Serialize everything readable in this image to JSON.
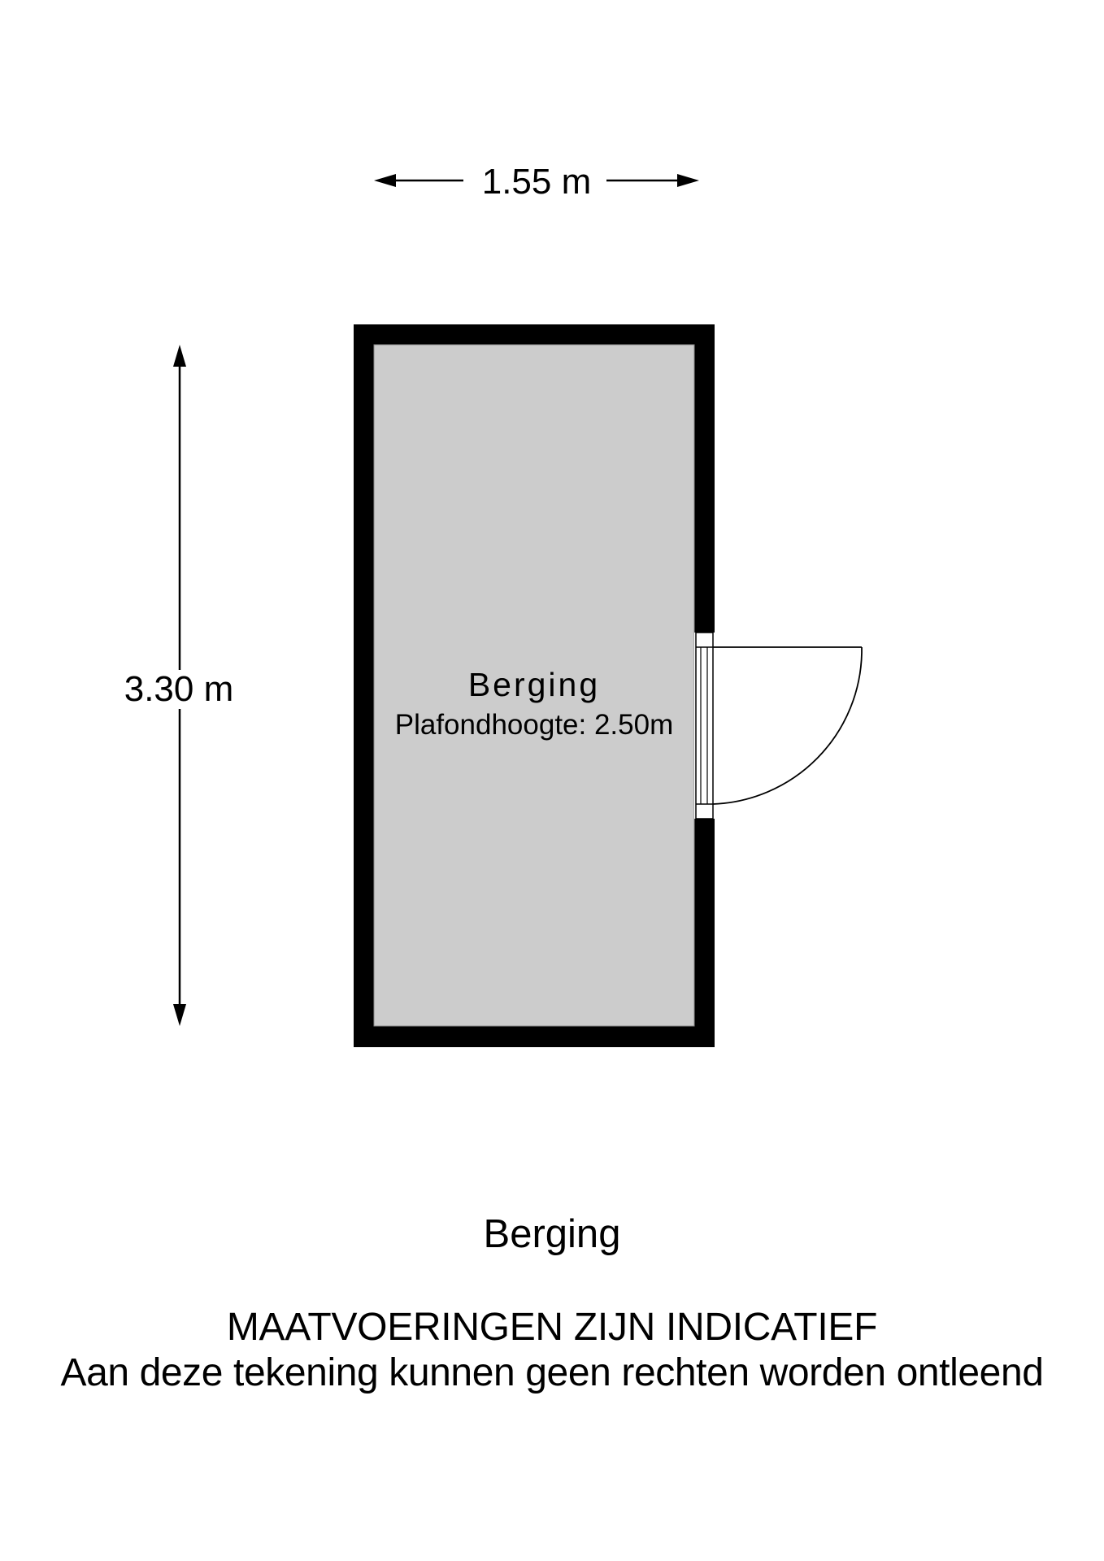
{
  "floorplan": {
    "dimensions": {
      "width_label": "1.55 m",
      "height_label": "3.30 m"
    },
    "room": {
      "name": "Berging",
      "ceiling_height": "Plafondhoogte: 2.50m",
      "fill_color": "#cccccc",
      "wall_color": "#000000"
    }
  },
  "footer": {
    "title": "Berging",
    "warning": "MAATVOERINGEN ZIJN INDICATIEF",
    "disclaimer": "Aan deze tekening kunnen geen rechten worden ontleend"
  }
}
